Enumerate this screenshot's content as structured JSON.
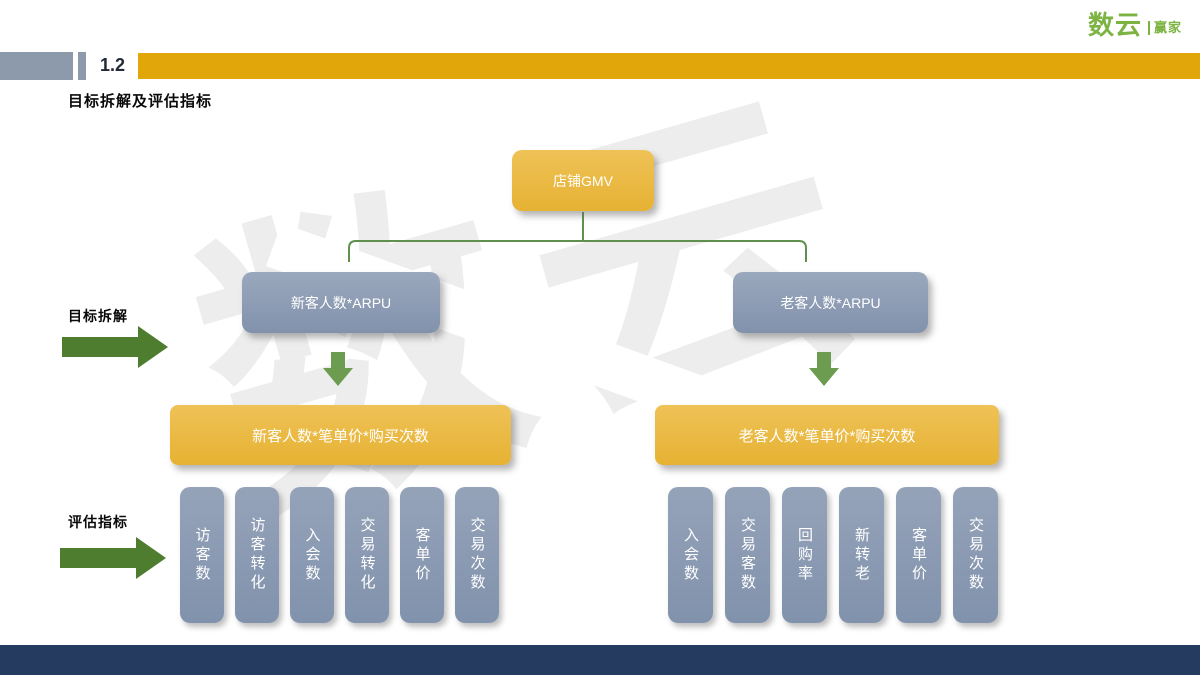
{
  "header": {
    "section_number": "1.2",
    "title": "目标拆解及评估指标"
  },
  "logo": {
    "primary": "数云",
    "secondary": "赢家"
  },
  "watermark": "数云",
  "labels": {
    "decompose": "目标拆解",
    "evaluate": "评估指标"
  },
  "diagram": {
    "root": "店铺GMV",
    "branch_left": "新客人数*ARPU",
    "branch_right": "老客人数*ARPU",
    "formula_left": "新客人数*笔单价*购买次数",
    "formula_right": "老客人数*笔单价*购买次数",
    "left_metrics": [
      "访客数",
      "访客转化",
      "入会数",
      "交易转化",
      "客单价",
      "交易次数"
    ],
    "right_metrics": [
      "入会数",
      "交易客数",
      "回购率",
      "新转老",
      "客单价",
      "交易次数"
    ]
  },
  "colors": {
    "accent_yellow_box": "#E9BA3F",
    "header_bar_yellow": "#E0A60A",
    "node_blue_gray": "#8A9AB3",
    "arrow_green_dark": "#4E7D30",
    "arrow_green_mid": "#6B9C50",
    "connector_green": "#5F9050",
    "footer_navy": "#253B60",
    "logo_green": "#7CB342",
    "header_gray": "#8D9AAC"
  }
}
